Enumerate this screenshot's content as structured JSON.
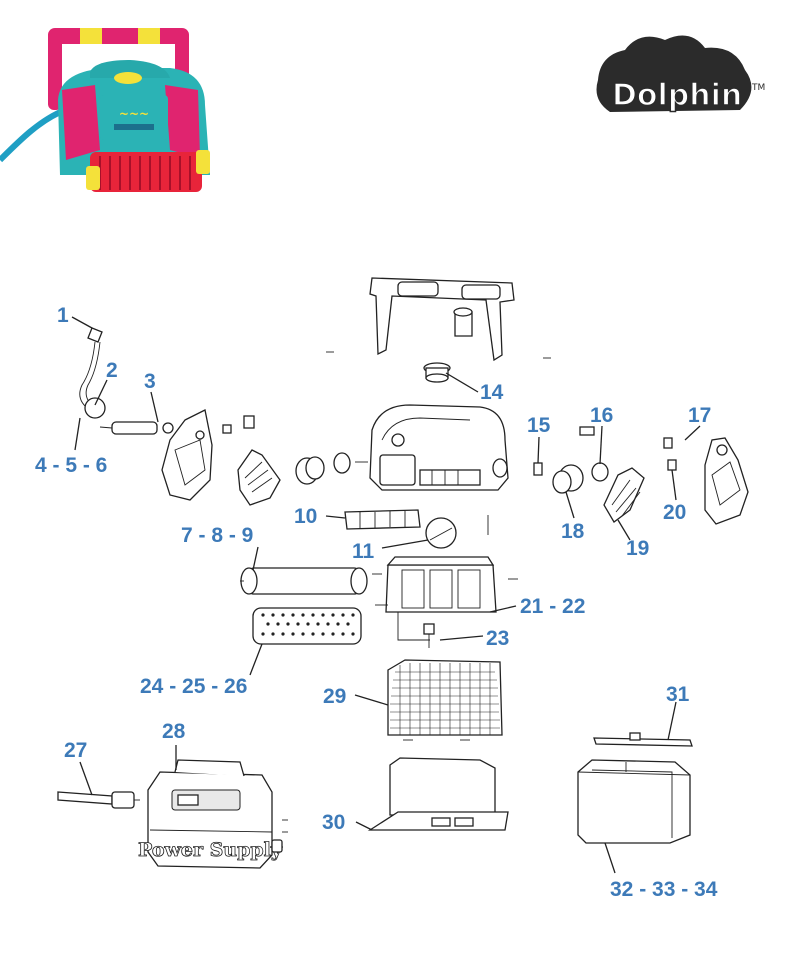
{
  "brand": {
    "name": "Dolphin",
    "trademark": "TM"
  },
  "product_photo": {
    "colors": {
      "body": "#2bb3b5",
      "handle": "#e0246f",
      "accent": "#f4e13a",
      "brush": "#e8243a",
      "cable": "#1f9fc4"
    }
  },
  "callouts": [
    "1",
    "2",
    "3",
    "4 - 5 - 6",
    "7 - 8 - 9",
    "10",
    "11",
    "14",
    "15",
    "16",
    "17",
    "18",
    "19",
    "20",
    "21 - 22",
    "23",
    "24 - 25 - 26",
    "27",
    "28",
    "29",
    "30",
    "31",
    "32 - 33 - 34"
  ],
  "power_supply": {
    "label": "Power Supply"
  },
  "colors": {
    "callout": "#3d7ab8",
    "line": "#222222"
  }
}
